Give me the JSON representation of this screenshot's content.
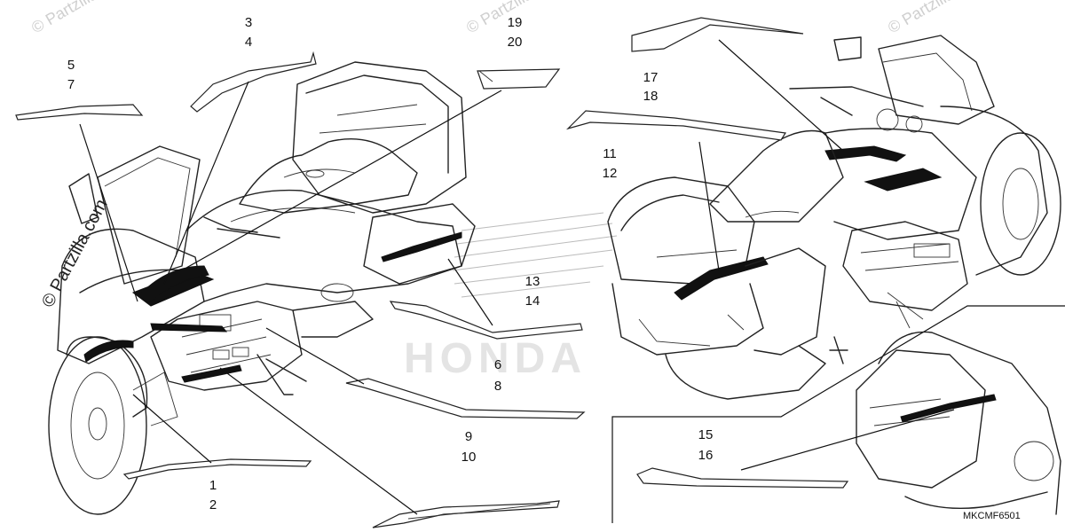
{
  "watermark": {
    "side_text": "© Partzilla.com",
    "corner_text": "© Partzilla.com",
    "center_text": "HONDA"
  },
  "diagram_code": "MKCMF6501",
  "callouts": [
    {
      "id": "c-3-4",
      "line1": "3",
      "line2": "4"
    },
    {
      "id": "c-5-7",
      "line1": "5",
      "line2": "7"
    },
    {
      "id": "c-19-20",
      "line1": "19",
      "line2": "20"
    },
    {
      "id": "c-17-18",
      "line1": "17",
      "line2": "18"
    },
    {
      "id": "c-11-12",
      "line1": "11",
      "line2": "12"
    },
    {
      "id": "c-13-14",
      "line1": "13",
      "line2": "14"
    },
    {
      "id": "c-6-8",
      "line1": "6",
      "line2": "8"
    },
    {
      "id": "c-9-10",
      "line1": "9",
      "line2": "10"
    },
    {
      "id": "c-15-16",
      "line1": "15",
      "line2": "16"
    },
    {
      "id": "c-1-2",
      "line1": "1",
      "line2": "2"
    }
  ]
}
